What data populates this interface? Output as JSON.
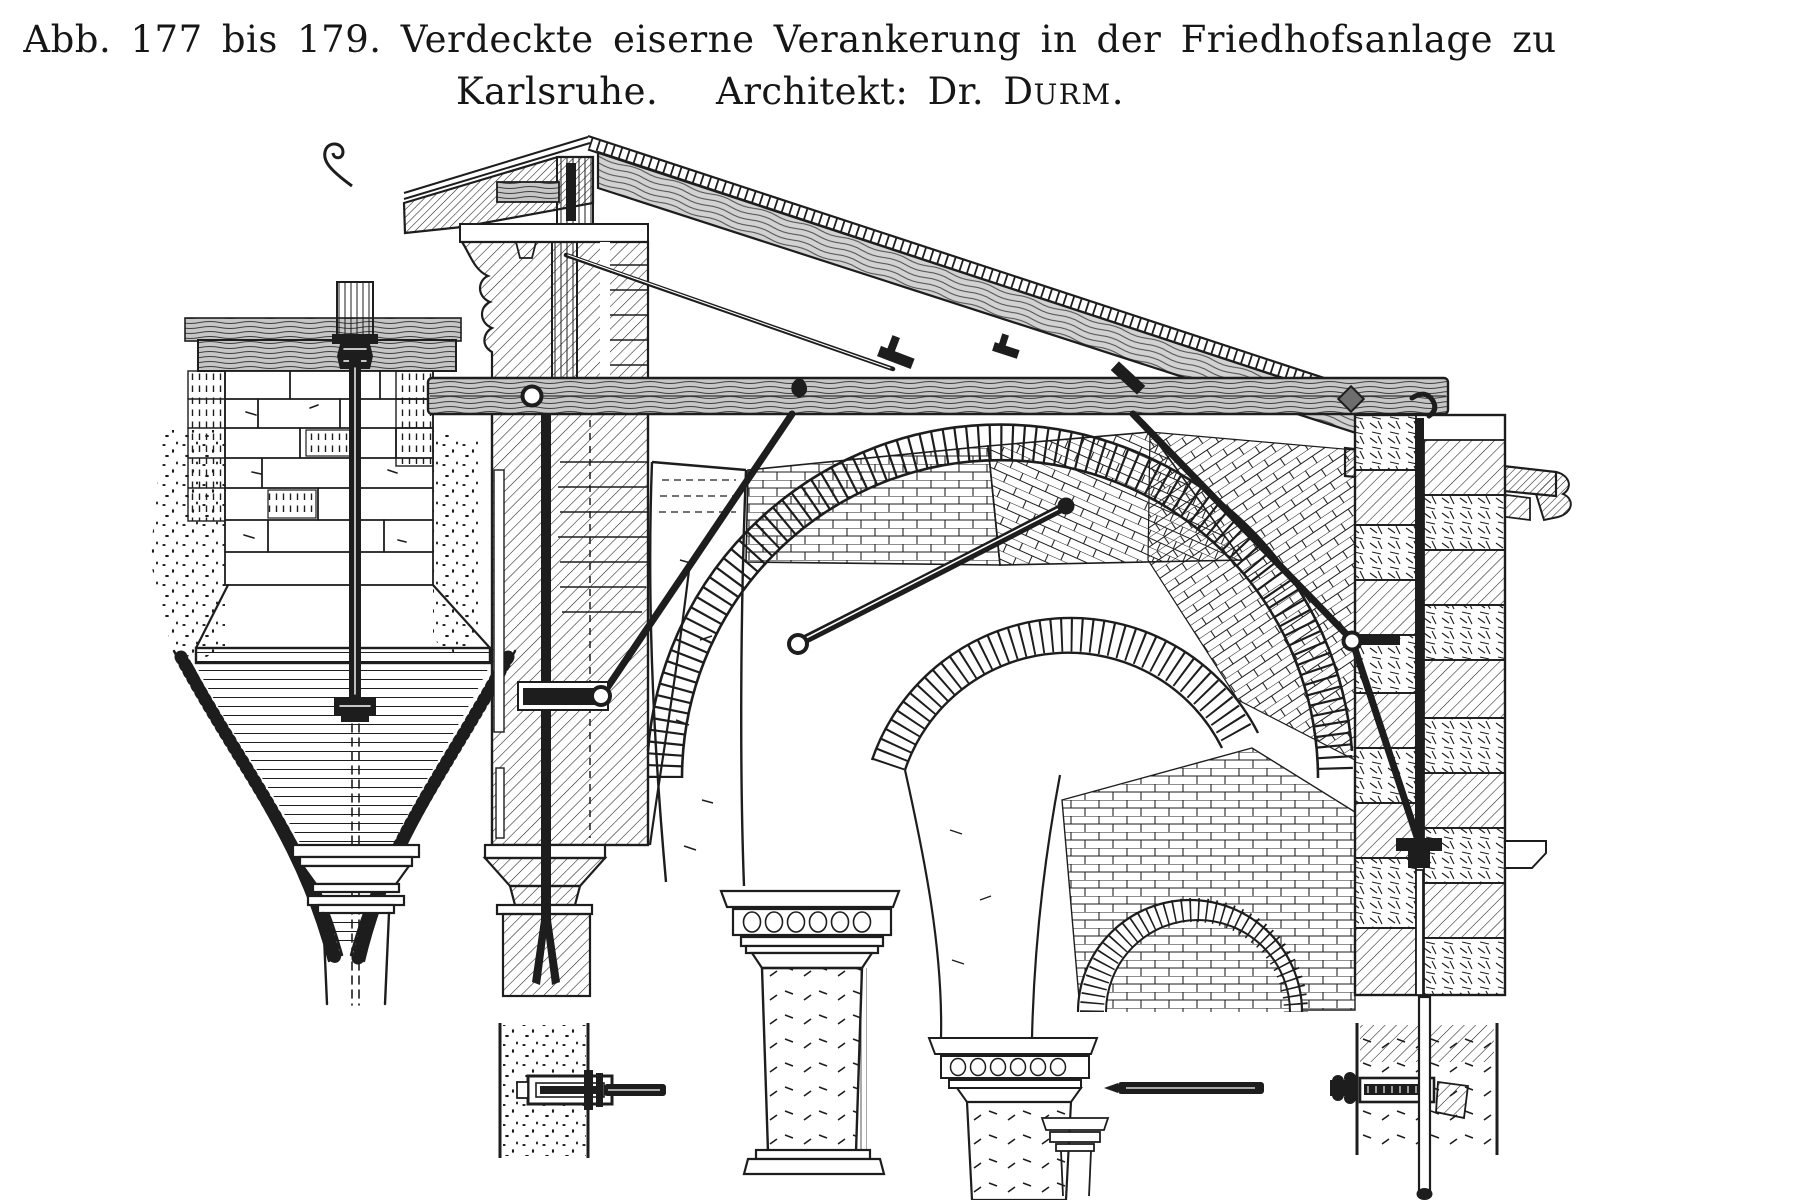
{
  "page": {
    "background_color": "#ffffff",
    "ink_color": "#1d1d1d"
  },
  "caption": {
    "line1": "Abb. 177 bis 179. Verdeckte eiserne Verankerung in der Friedhofsanlage zu",
    "line2_pre": "Karlsruhe.   Architekt: Dr. ",
    "line2_name_initial": "D",
    "line2_name_rest": "urm",
    "line2_end": "."
  },
  "figure": {
    "parts": [
      {
        "name": "pier-section-vertical-anchor"
      },
      {
        "name": "arcade-cross-section-roof-truss"
      },
      {
        "name": "wall-anchor-bolt-detail-left"
      },
      {
        "name": "wall-anchor-bolt-detail-right"
      }
    ]
  }
}
